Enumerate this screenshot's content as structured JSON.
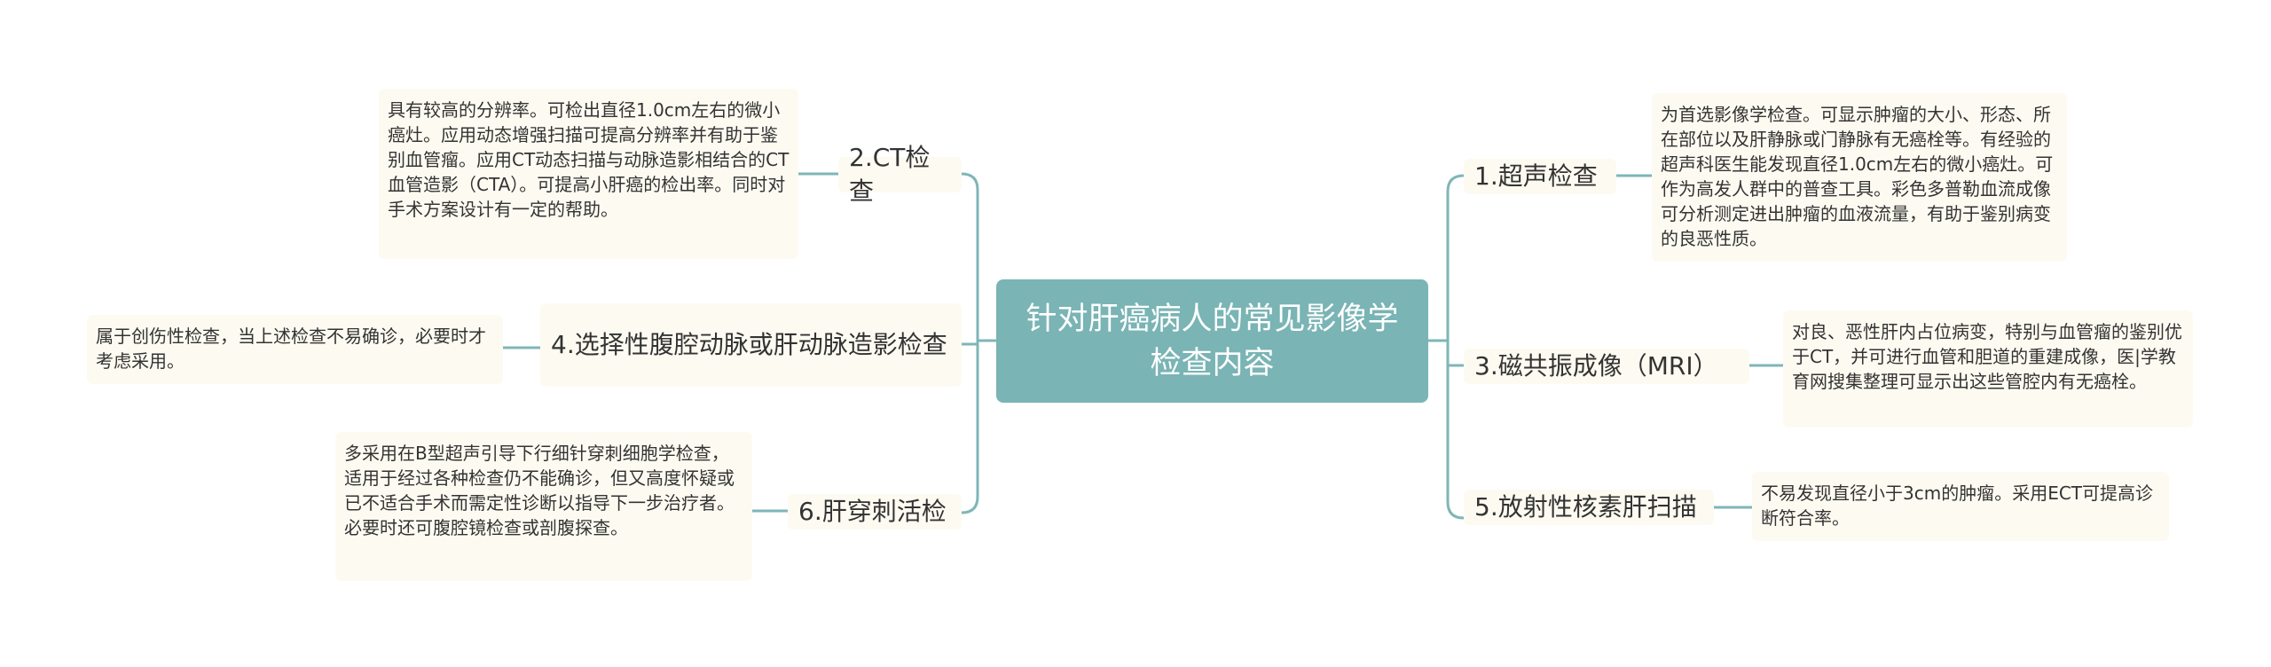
{
  "center": {
    "title": "针对肝癌病人的常见影像学检查内容"
  },
  "branches": [
    {
      "id": "b1",
      "label": "1.超声检查",
      "note": "为首选影像学检查。可显示肿瘤的大小、形态、所在部位以及肝静脉或门静脉有无癌栓等。有经验的超声科医生能发现直径1.0cm左右的微小癌灶。可作为高发人群中的普查工具。彩色多普勒血流成像可分析测定进出肿瘤的血液流量，有助于鉴别病变的良恶性质。"
    },
    {
      "id": "b2",
      "label": "2.CT检查",
      "note": "具有较高的分辨率。可检出直径1.0cm左右的微小癌灶。应用动态增强扫描可提高分辨率并有助于鉴别血管瘤。应用CT动态扫描与动脉造影相结合的CT血管造影（CTA）。可提高小肝癌的检出率。同时对手术方案设计有一定的帮助。"
    },
    {
      "id": "b3",
      "label": "3.磁共振成像（MRI）",
      "note": "对良、恶性肝内占位病变，特别与血管瘤的鉴别优于CT，并可进行血管和胆道的重建成像，医|学教育网搜集整理可显示出这些管腔内有无癌栓。"
    },
    {
      "id": "b4",
      "label": "4.选择性腹腔动脉或肝动脉造影检查",
      "note": "属于创伤性检查，当上述检查不易确诊，必要时才考虑采用。"
    },
    {
      "id": "b5",
      "label": "5.放射性核素肝扫描",
      "note": "不易发现直径小于3cm的肿瘤。采用ECT可提高诊断符合率。"
    },
    {
      "id": "b6",
      "label": "6.肝穿刺活检",
      "note": "多采用在B型超声引导下行细针穿刺细胞学检查，适用于经过各种检查仍不能确诊，但又高度怀疑或已不适合手术而需定性诊断以指导下一步治疗者。必要时还可腹腔镜检查或剖腹探查。"
    }
  ]
}
